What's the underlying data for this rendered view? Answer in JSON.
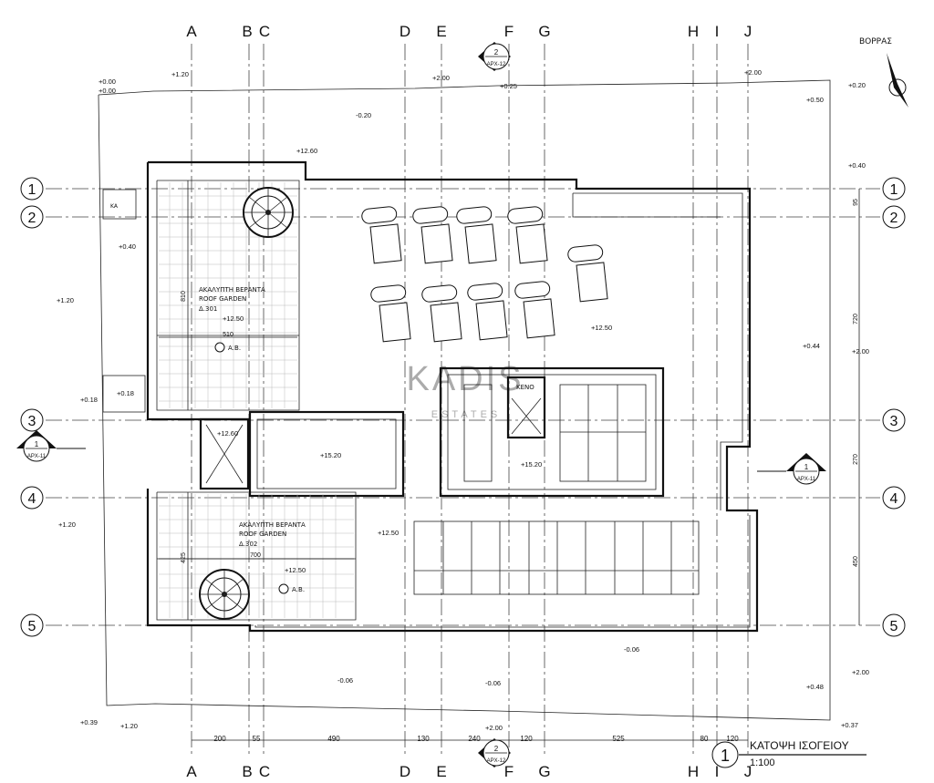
{
  "north_label": "ΒΟΡΡΑΣ",
  "grid_columns": [
    "A",
    "B",
    "C",
    "D",
    "E",
    "F",
    "G",
    "H",
    "I",
    "J"
  ],
  "grid_rows": [
    "1",
    "2",
    "3",
    "4",
    "5"
  ],
  "dim_bottom": [
    "200",
    "55",
    "490",
    "130",
    "240",
    "120",
    "525",
    "80",
    "120"
  ],
  "dim_right": [
    "95",
    "720",
    "270",
    "450"
  ],
  "dim_inner": [
    "810",
    "510",
    "425",
    "700"
  ],
  "section_marks": {
    "top": {
      "num": "2",
      "ref": "ΑΡΧ-12"
    },
    "bottom": {
      "num": "2",
      "ref": "ΑΡΧ-12"
    },
    "left": {
      "num": "1",
      "ref": "ΑΡΧ-11"
    },
    "right": {
      "num": "1",
      "ref": "ΑΡΧ-11"
    }
  },
  "levels": [
    "+0.00",
    "+0.00",
    "+1.20",
    "+2.00",
    "+0.25",
    "+2.00",
    "+0.20",
    "+0.50",
    "-0.20",
    "+0.40",
    "+12.60",
    "+0.40",
    "+1.20",
    "+0.18",
    "+0.18",
    "+12.50",
    "+12.50",
    "+12.60",
    "+15.20",
    "+15.20",
    "+0.44",
    "+2.00",
    "+1.20",
    "+12.50",
    "+12.50",
    "-0.06",
    "-0.06",
    "-0.06",
    "+2.00",
    "+0.48",
    "+0.39",
    "+1.20",
    "+2.00",
    "+0.37"
  ],
  "rooms": {
    "roof_garden_1": {
      "line1": "ΑΚΑΛΥΠΤΗ ΒΕΡΑΝΤΑ",
      "line2": "ROOF GARDEN",
      "code": "Δ.301"
    },
    "roof_garden_2": {
      "line1": "ΑΚΑΛΥΠΤΗ ΒΕΡΑΝΤΑ",
      "line2": "ROOF GARDEN",
      "code": "Δ.302"
    },
    "ab_tag": "Α.Β.",
    "keno": "ΚΕΝΟ",
    "ka_tag": "ΚΑ"
  },
  "watermark": {
    "name": "KADIS",
    "sub": "ESTATES"
  },
  "title_block": {
    "number": "1",
    "title": "ΚΑΤΟΨΗ ΙΣΟΓΕΙΟΥ",
    "scale": "1:100"
  }
}
